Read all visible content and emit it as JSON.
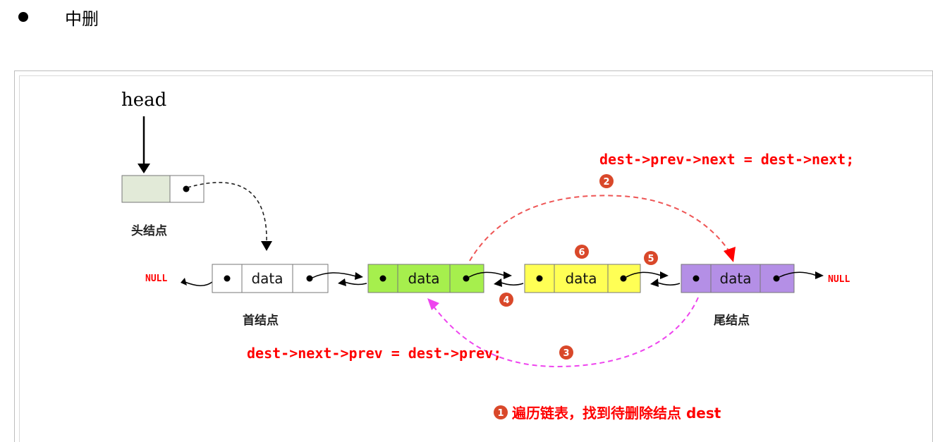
{
  "heading": {
    "text": "中删"
  },
  "diagram": {
    "head_label": "head",
    "head_node_label": "头结点",
    "first_node_label": "首结点",
    "tail_node_label": "尾结点",
    "null_left": "NULL",
    "null_right": "NULL",
    "data_text": "data",
    "code_top": "dest->prev->next = dest->next;",
    "code_bottom": "dest->next->prev =  dest->prev;",
    "step1_text": "遍历链表，找到待删除结点  dest",
    "steps": [
      "1",
      "2",
      "3",
      "4",
      "5",
      "6"
    ],
    "colors": {
      "red": "#ff0000",
      "badge": "#d9482a",
      "magenta": "#ee44ee",
      "green": "#a6ef4d",
      "yellow": "#ffff55",
      "purple": "#b48fe6",
      "head_fill": "#e2ead8"
    }
  }
}
